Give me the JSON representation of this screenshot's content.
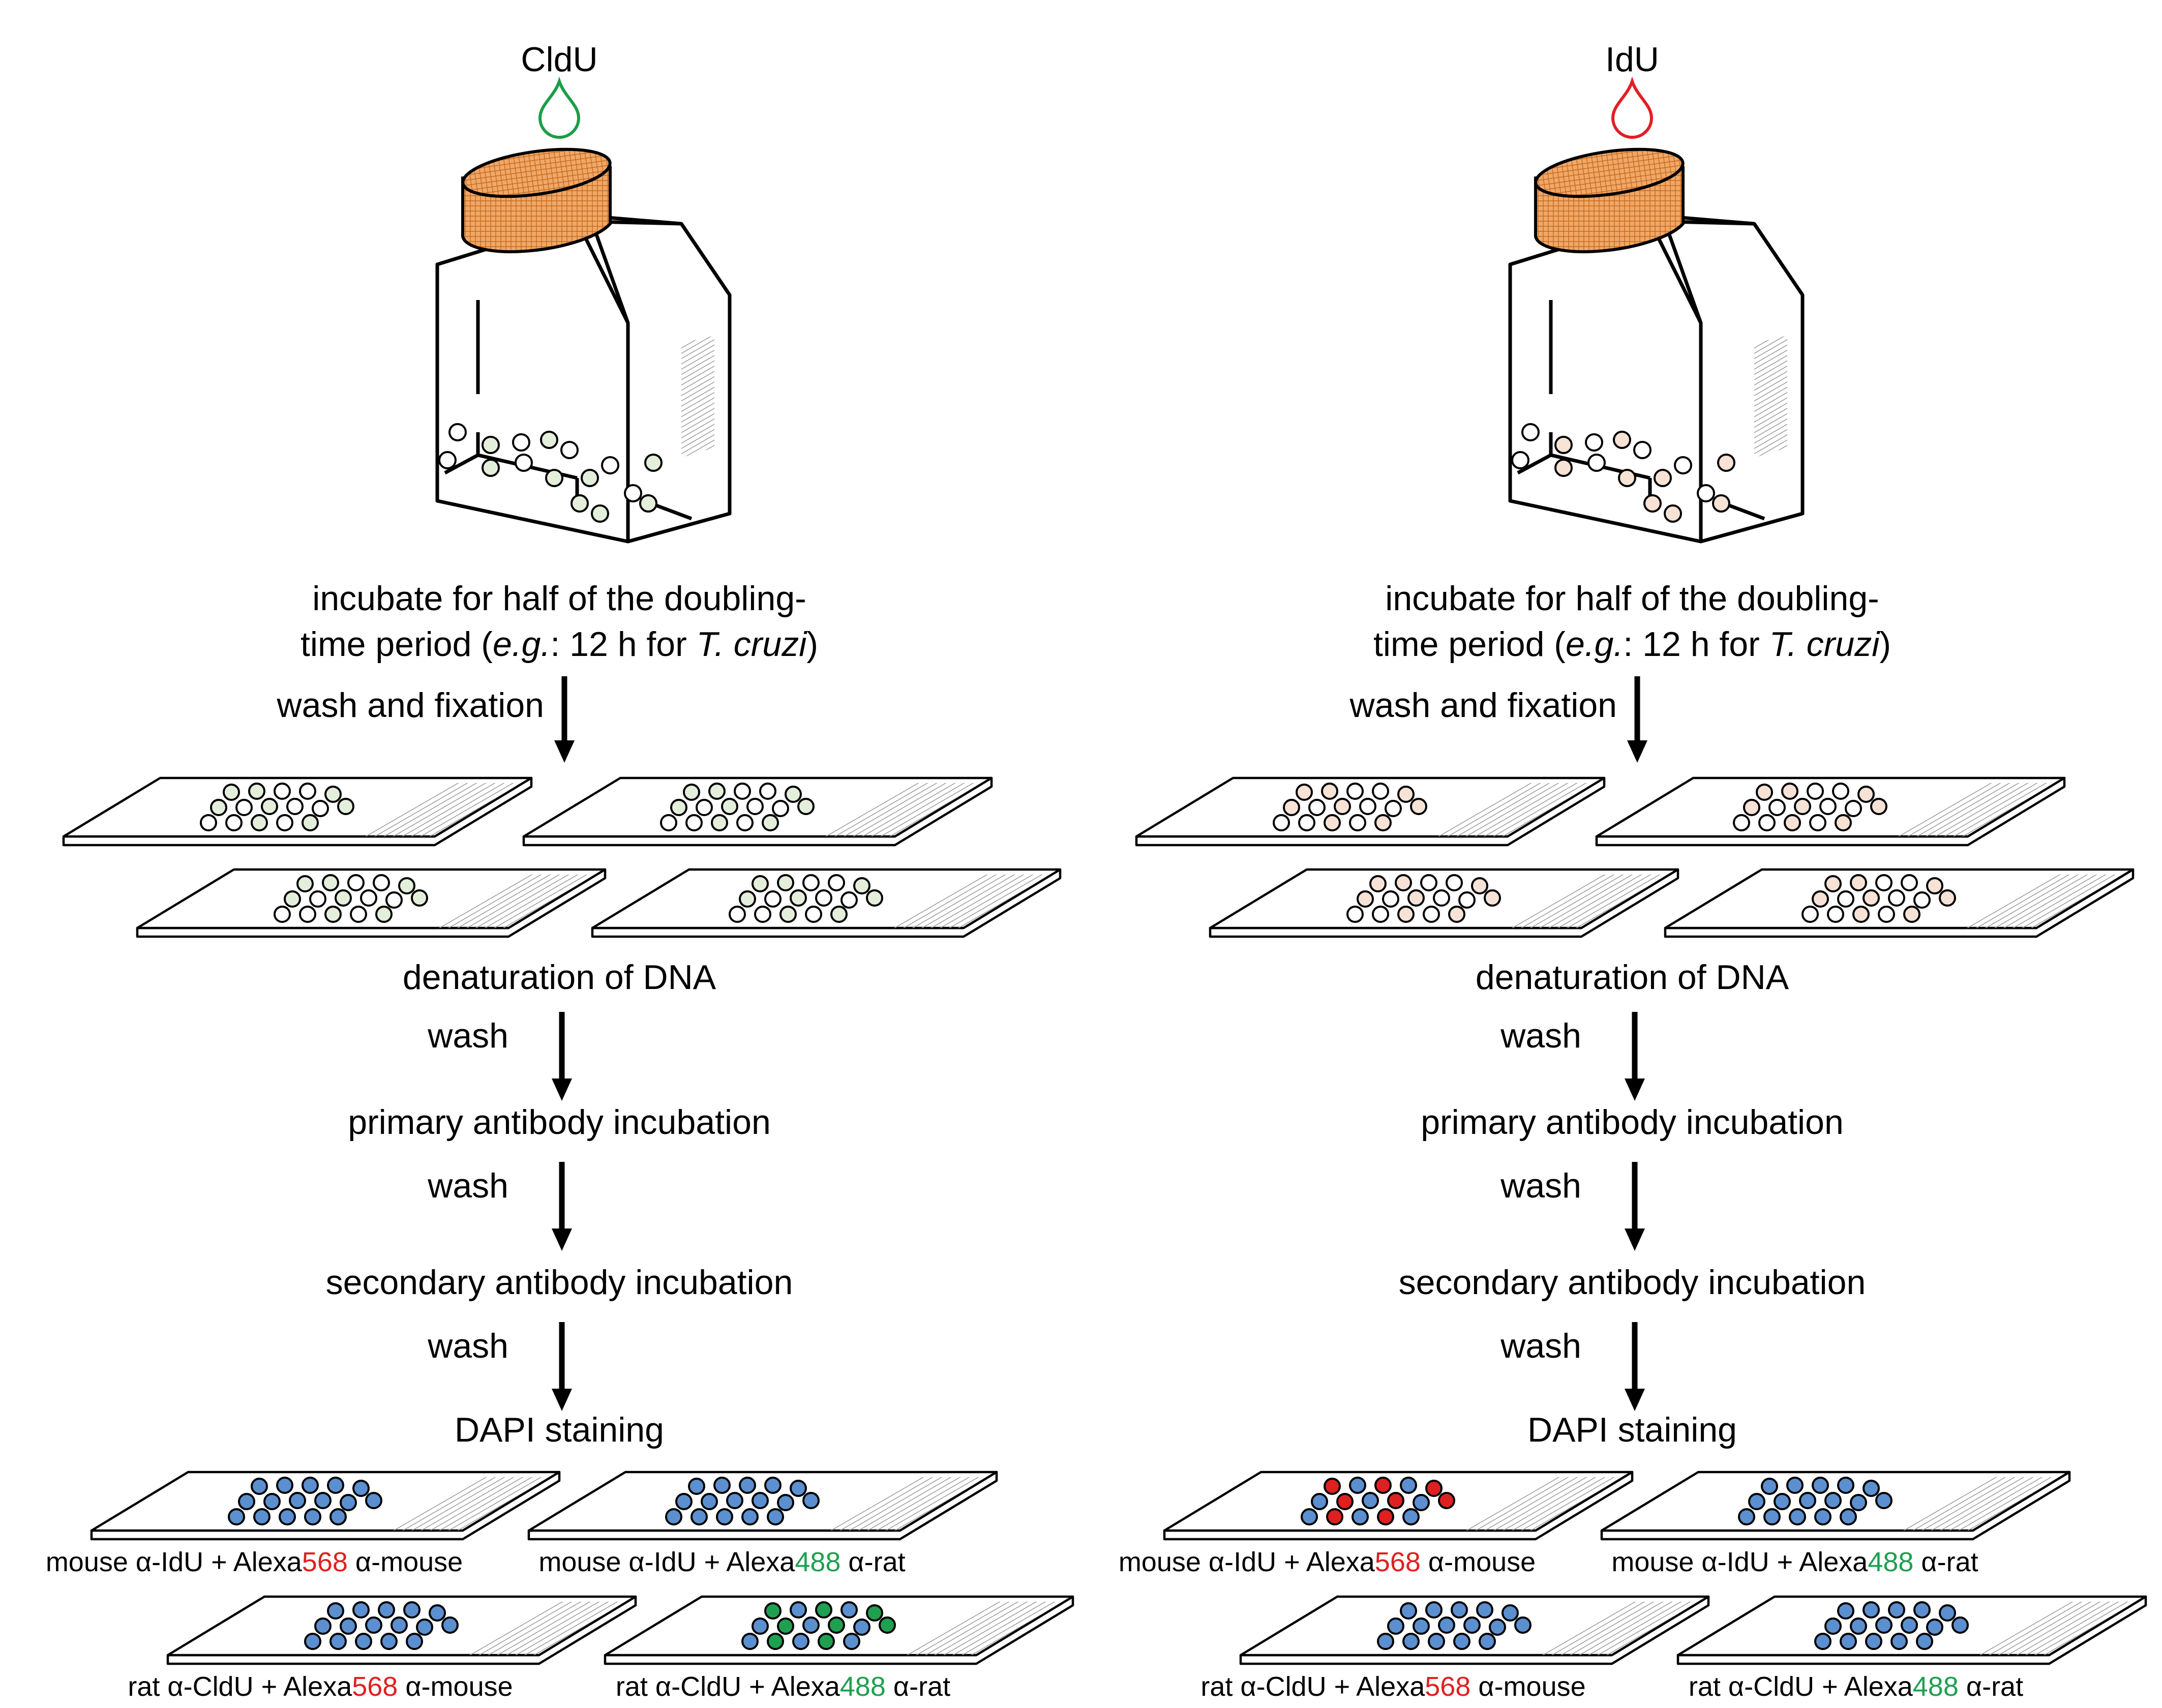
{
  "colors": {
    "cldu_green": "#1a9e47",
    "idu_red": "#e31e24",
    "cap_orange": "#f0a868",
    "cap_stroke": "#7a3a0a",
    "dapi_blue": "#5b8fcf",
    "alexa568_red": "#e02020",
    "alexa488_green": "#1fa050",
    "cell_green_tint": "#e3efdb",
    "cell_red_tint": "#f7e2d6",
    "frost_gray": "#9a9a9a"
  },
  "icons": {
    "drop": "teardrop-icon",
    "flask": "culture-flask-icon",
    "slide": "microscope-slide-icon",
    "arrow": "down-arrow-icon"
  },
  "panels": [
    {
      "analog_label": "CldU",
      "drop_color": "cldu_green",
      "cell_tint": "cell_green_tint",
      "incubate_line1": "incubate for half of the doubling-",
      "incubate_line2_a": "time period (",
      "incubate_line2_eg": "e.g.",
      "incubate_line2_b": ": 12 h for ",
      "incubate_line2_organism": "T. cruzi",
      "incubate_line2_c": ")",
      "steps": {
        "wash_fix": "wash and fixation",
        "denaturation": "denaturation of DNA",
        "wash1": "wash",
        "primary": "primary antibody incubation",
        "wash2": "wash",
        "secondary": "secondary antibody incubation",
        "wash3": "wash",
        "dapi": "DAPI staining"
      },
      "result_slides": [
        {
          "prefix": "mouse α-IdU + Alexa",
          "dye": "568",
          "dye_color": "alexa568_red",
          "suffix": " α-mouse",
          "signal": "none"
        },
        {
          "prefix": "mouse α-IdU + Alexa",
          "dye": "488",
          "dye_color": "alexa488_green",
          "suffix": " α-rat",
          "signal": "none"
        },
        {
          "prefix": "rat α-CldU + Alexa",
          "dye": "568",
          "dye_color": "alexa568_red",
          "suffix": " α-mouse",
          "signal": "none"
        },
        {
          "prefix": "rat α-CldU + Alexa",
          "dye": "488",
          "dye_color": "alexa488_green",
          "suffix": " α-rat",
          "signal": "alexa488_green"
        }
      ]
    },
    {
      "analog_label": "IdU",
      "drop_color": "idu_red",
      "cell_tint": "cell_red_tint",
      "incubate_line1": "incubate for half of the doubling-",
      "incubate_line2_a": "time period (",
      "incubate_line2_eg": "e.g.",
      "incubate_line2_b": ": 12 h for ",
      "incubate_line2_organism": "T. cruzi",
      "incubate_line2_c": ")",
      "steps": {
        "wash_fix": "wash and fixation",
        "denaturation": "denaturation of DNA",
        "wash1": "wash",
        "primary": "primary antibody incubation",
        "wash2": "wash",
        "secondary": "secondary antibody incubation",
        "wash3": "wash",
        "dapi": "DAPI staining"
      },
      "result_slides": [
        {
          "prefix": "mouse α-IdU + Alexa",
          "dye": "568",
          "dye_color": "alexa568_red",
          "suffix": " α-mouse",
          "signal": "alexa568_red"
        },
        {
          "prefix": "mouse α-IdU + Alexa",
          "dye": "488",
          "dye_color": "alexa488_green",
          "suffix": " α-rat",
          "signal": "none"
        },
        {
          "prefix": "rat α-CldU + Alexa",
          "dye": "568",
          "dye_color": "alexa568_red",
          "suffix": " α-mouse",
          "signal": "none"
        },
        {
          "prefix": "rat α-CldU + Alexa",
          "dye": "488",
          "dye_color": "alexa488_green",
          "suffix": " α-rat",
          "signal": "none"
        }
      ]
    }
  ]
}
